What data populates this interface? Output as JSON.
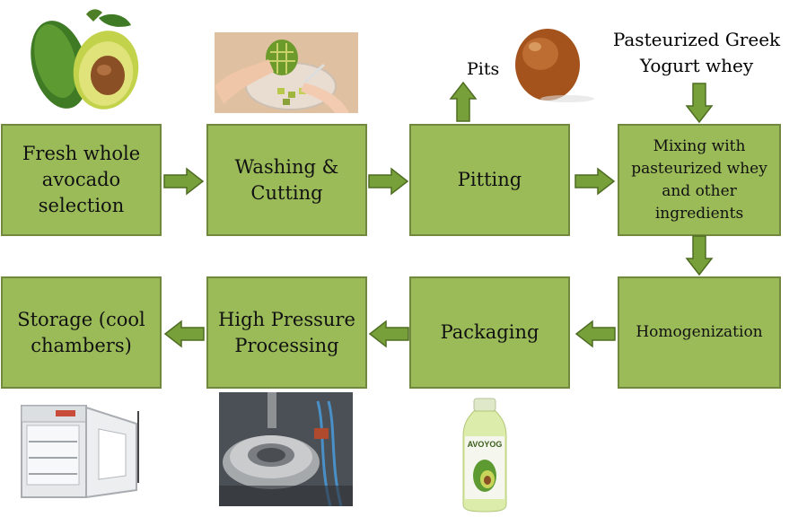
{
  "steps": {
    "s1": "Fresh whole avocado selection",
    "s2": "Washing & Cutting",
    "s3": "Pitting",
    "s4": "Mixing with pasteurized whey and other ingredients",
    "s5": "Homogenization",
    "s6": "Packaging",
    "s7": "High Pressure Processing",
    "s8": "Storage (cool chambers)"
  },
  "outputs": {
    "pits": "Pits"
  },
  "inputs": {
    "whey": "Pasteurized Greek Yogurt whey"
  },
  "bottle": {
    "brand": "AVOYOG"
  },
  "colors": {
    "box_fill": "#9bbb59",
    "box_border": "#71893f",
    "arrow_fill": "#77a03a",
    "arrow_stroke": "#4f6d22"
  }
}
